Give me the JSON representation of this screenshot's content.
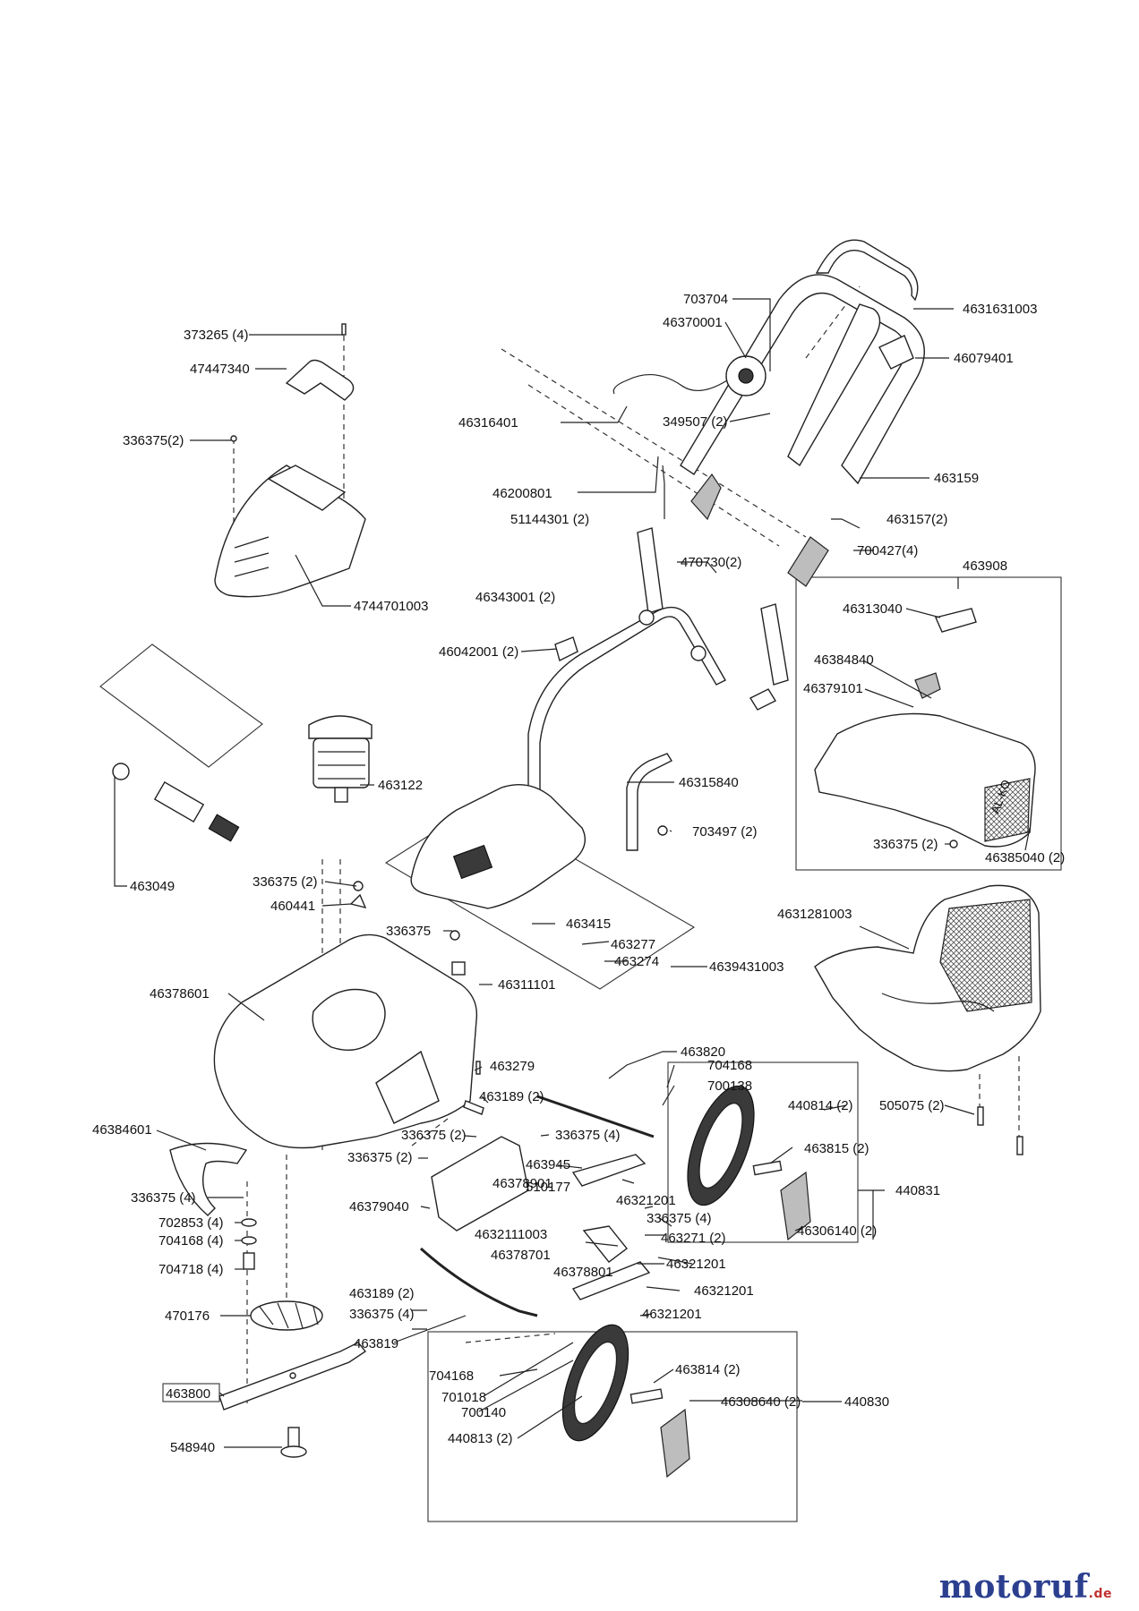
{
  "labels": {
    "p373265": "373265 (4)",
    "p47447340": "47447340",
    "p336375_2_top": "336375(2)",
    "p4744701003": "4744701003",
    "p703704": "703704",
    "p46370001": "46370001",
    "p4631631003": "4631631003",
    "p46079401": "46079401",
    "p46316401": "46316401",
    "p349507": "349507 (2)",
    "p46200801": "46200801",
    "p51144301": "51144301 (2)",
    "p463159": "463159",
    "p463157": "463157(2)",
    "p700427": "700427(4)",
    "p470730": "470730(2)",
    "p46343001": "46343001 (2)",
    "p463908": "463908",
    "p46313040": "46313040",
    "p46042001": "46042001 (2)",
    "p46384840": "46384840",
    "p46379101": "46379101",
    "p463122": "463122",
    "p46315840": "46315840",
    "p703497": "703497 (2)",
    "p336375_2_box": "336375 (2)",
    "p46385040": "46385040 (2)",
    "p463049": "463049",
    "p336375_2_motor": "336375 (2)",
    "p460441": "460441",
    "p336375_single": "336375",
    "p463415": "463415",
    "p463277": "463277",
    "p463274": "463274",
    "p4639431003": "4639431003",
    "p4631281003": "4631281003",
    "p46378601": "46378601",
    "p46311101": "46311101",
    "p463820": "463820",
    "p463279": "463279",
    "p704168_a": "704168",
    "p700138": "700138",
    "p463189_a": "463189 (2)",
    "p440814": "440814 (2)",
    "p505075": "505075 (2)",
    "p46384601": "46384601",
    "p336375_2_mid": "336375 (2)",
    "p336375_4_mid": "336375 (4)",
    "p463815": "463815 (2)",
    "p336375_2_lft": "336375 (2)",
    "p463945": "463945",
    "p510177": "510177",
    "p440831": "440831",
    "p336375_4_lft": "336375 (4)",
    "p46379040": "46379040",
    "p46378901": "46378901",
    "p46321201_a": "46321201",
    "p702853": "702853 (4)",
    "p336375_4_rt": "336375 (4)",
    "p46306140": "46306140 (2)",
    "p704168_4": "704168 (4)",
    "p4632111003": "4632111003",
    "p463271": "463271 (2)",
    "p704718": "704718 (4)",
    "p46378701": "46378701",
    "p46321201_b": "46321201",
    "p46378801": "46378801",
    "p46321201_c": "46321201",
    "p463189_b": "463189 (2)",
    "p336375_4_low": "336375 (4)",
    "p46321201_d": "46321201",
    "p470176": "470176",
    "p463819": "463819",
    "p463814": "463814 (2)",
    "p704168_b": "704168",
    "p463800": "463800",
    "p701018": "701018",
    "p46308640": "46308640 (2)",
    "p440830": "440830",
    "p700140": "700140",
    "p440813": "440813 (2)",
    "p548940": "548940",
    "p_alko": "AL-KO"
  },
  "brand": {
    "name": "motoruf",
    "suffix": ".de"
  }
}
